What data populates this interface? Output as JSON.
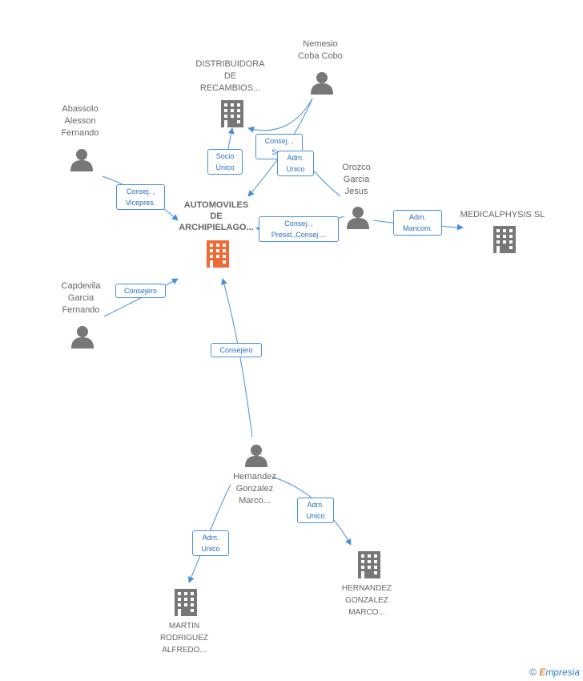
{
  "nodes": {
    "main": {
      "label": [
        "AUTOMOVILES",
        "DE",
        "ARCHIPIELAGO..."
      ],
      "kind": "company",
      "color": "#f06a35"
    },
    "distribuidora": {
      "label": [
        "DISTRIBUIDORA",
        "DE",
        "RECAMBIOS..."
      ],
      "kind": "company"
    },
    "nemesio": {
      "label": [
        "Nemesio",
        "Coba Cobo"
      ],
      "kind": "person"
    },
    "abassolo": {
      "label": [
        "Abassolo",
        "Alesson",
        "Fernando"
      ],
      "kind": "person"
    },
    "orozco": {
      "label": [
        "Orozco",
        "Garcia",
        "Jesus"
      ],
      "kind": "person"
    },
    "medicalphysis": {
      "label": [
        "MEDICALPHYSIS SL"
      ],
      "kind": "company"
    },
    "capdevila": {
      "label": [
        "Capdevila",
        "Garcia",
        "Fernando"
      ],
      "kind": "person"
    },
    "hernandez_person": {
      "label": [
        "Hernandez",
        "Gonzalez",
        "Marco..."
      ],
      "kind": "person"
    },
    "hernandez_company": {
      "label": [
        "HERNANDEZ",
        "GONZALEZ",
        "MARCO..."
      ],
      "kind": "company"
    },
    "martin": {
      "label": [
        "MARTIN",
        "RODRIGUEZ",
        "ALFREDO..."
      ],
      "kind": "company"
    }
  },
  "edges": {
    "socio": [
      "Socio",
      "Único"
    ],
    "consej_nemesio": [
      "Consej. ,",
      "Se..."
    ],
    "adm_nemesio": [
      "Adm.",
      "Unico"
    ],
    "abassolo": [
      "Consej. ,",
      "Vicepres."
    ],
    "orozco_main": [
      "Consej. ,",
      "Presid.,Consej...."
    ],
    "orozco_medical": [
      "Adm.",
      "Mancom."
    ],
    "capdevila": [
      "Consejero"
    ],
    "hernandez_main": [
      "Consejero"
    ],
    "hernandez_company": [
      "Adm.",
      "Unico"
    ],
    "martin": [
      "Adm.",
      "Unico"
    ]
  },
  "colors": {
    "edge": "#4a90d9",
    "icon": "#777777",
    "main_icon": "#f06a35"
  },
  "footer": {
    "copyright": "©",
    "brand_e": "E",
    "brand_rest": "mpresia"
  }
}
